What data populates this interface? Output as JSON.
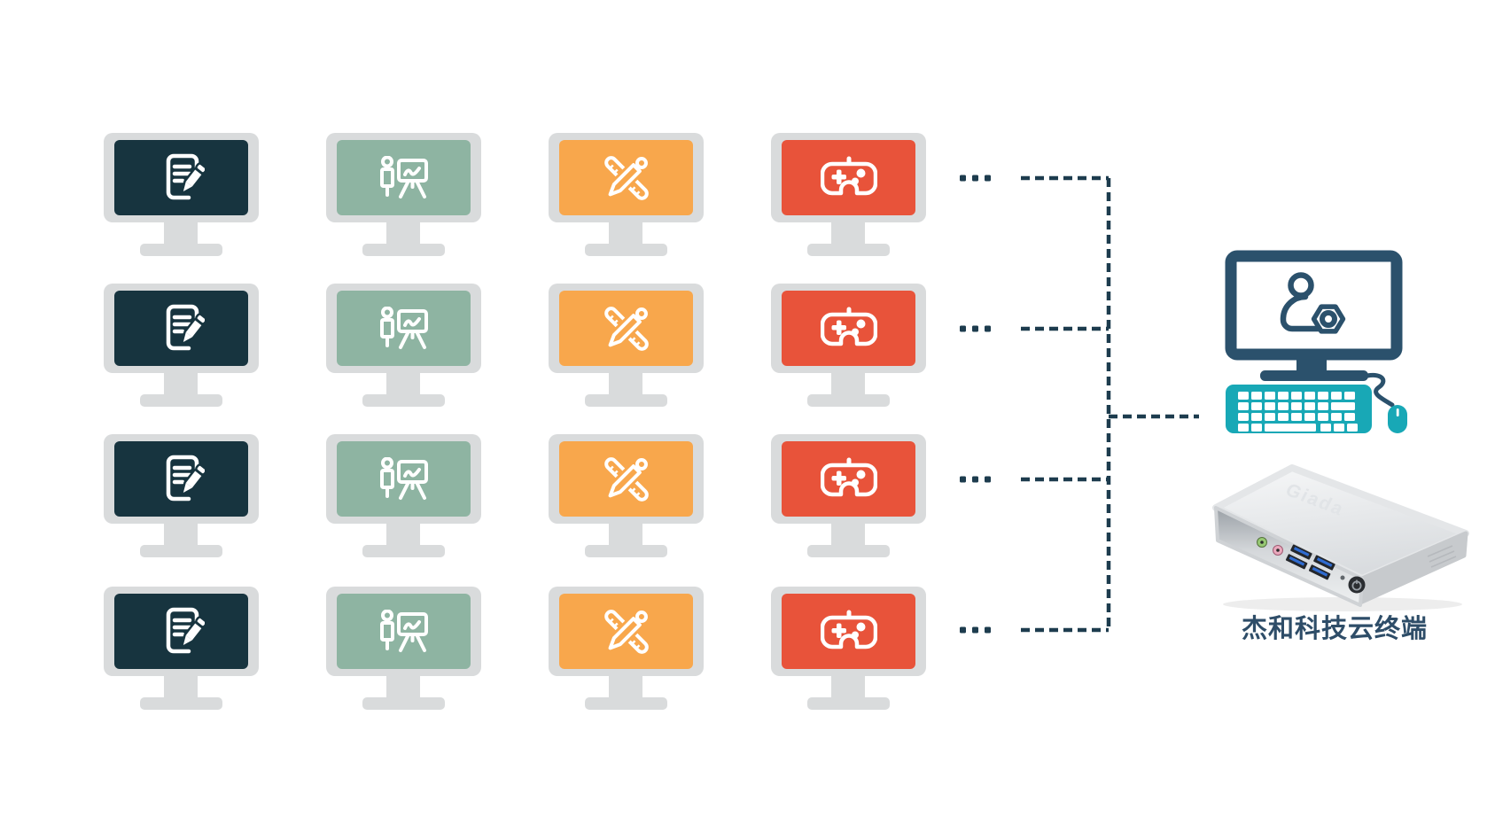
{
  "diagram": {
    "workstation_grid": {
      "rows": 4,
      "more_rows_indicator": "...",
      "workstation_types": [
        {
          "name": "office-documents",
          "icon": "document-edit-icon",
          "screen_color": "#17343f"
        },
        {
          "name": "presentation-training",
          "icon": "presentation-chart-icon",
          "screen_color": "#8eb4a2"
        },
        {
          "name": "design-drafting",
          "icon": "ruler-pencil-icon",
          "screen_color": "#f8a74c"
        },
        {
          "name": "gaming",
          "icon": "gamepad-icon",
          "screen_color": "#e8533a"
        }
      ]
    },
    "terminal": {
      "label": "杰和科技云终端",
      "pc_logo": "Giada",
      "monitor_icon": "user-settings-icon"
    },
    "colors": {
      "background": "#ffffff",
      "monitor_frame_gray": "#d9dbdc",
      "connector_navy": "#1d3c4e",
      "terminal_navy": "#2b516c",
      "peripheral_teal": "#18a8b6",
      "label_text": "#2e4d68"
    }
  }
}
